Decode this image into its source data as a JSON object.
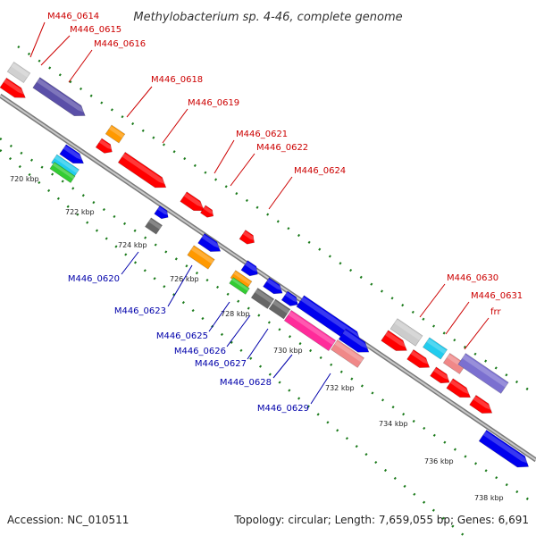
{
  "title": "Methylobacterium sp. 4-46, complete genome",
  "footer": {
    "accession": "Accession: NC_010511",
    "topology": "Topology: circular; Length: 7,659,055 bp; Genes: 6,691"
  },
  "colors": {
    "top_label": "#cc0000",
    "bottom_label": "#0000aa",
    "backbone": "#888888",
    "dots": "#1a7a1a"
  },
  "kbp_ticks": [
    "720 kbp",
    "722 kbp",
    "724 kbp",
    "726 kbp",
    "728 kbp",
    "730 kbp",
    "732 kbp",
    "734 kbp",
    "736 kbp",
    "738 kbp"
  ],
  "top_labels": [
    "M446_0614",
    "M446_0615",
    "M446_0616",
    "M446_0618",
    "M446_0619",
    "M446_0621",
    "M446_0622",
    "M446_0624",
    "M446_0630",
    "M446_0631",
    "frr"
  ],
  "bottom_labels": [
    "M446_0620",
    "M446_0623",
    "M446_0625",
    "M446_0626",
    "M446_0627",
    "M446_0628",
    "M446_0629"
  ],
  "genes": [
    {
      "name": "M446_0614",
      "color": "#d0d0d0"
    },
    {
      "name": "M446_0615",
      "color": "#ff0000"
    },
    {
      "name": "M446_0616",
      "color": "#5a4fa8"
    },
    {
      "name": "M446_0618",
      "color": "#ff9900"
    },
    {
      "name": "M446_0619",
      "color": "#ff0000"
    },
    {
      "name": "M446_0621",
      "color": "#ff0000"
    },
    {
      "name": "M446_0622",
      "color": "#ff0000"
    },
    {
      "name": "M446_0624",
      "color": "#ff0000"
    },
    {
      "name": "M446_0620",
      "color": "#0000ee"
    },
    {
      "name": "M446_0623",
      "color": "#ff9900"
    },
    {
      "name": "M446_0625",
      "color": "#33cc33"
    },
    {
      "name": "M446_0626",
      "color": "#666666"
    },
    {
      "name": "M446_0627",
      "color": "#0000ee"
    },
    {
      "name": "M446_0628",
      "color": "#ff2b9a"
    },
    {
      "name": "M446_0629",
      "color": "#f08888"
    },
    {
      "name": "M446_0630",
      "color": "#cccccc"
    },
    {
      "name": "M446_0631",
      "color": "#22ccee"
    },
    {
      "name": "frr",
      "color": "#f08888"
    }
  ]
}
